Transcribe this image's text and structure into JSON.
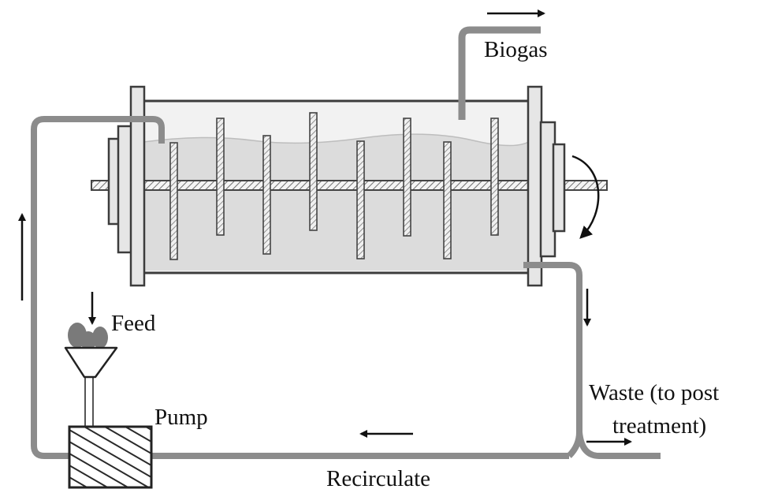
{
  "labels": {
    "biogas": "Biogas",
    "feed": "Feed",
    "pump": "Pump",
    "waste_line1": "Waste (to post",
    "waste_line2": "treatment)",
    "recirculate": "Recirculate"
  },
  "colors": {
    "pipe": "#8c8c8c",
    "outline": "#3c3c3c",
    "liquid": "#dcdcdc",
    "headspace": "#f2f2f2",
    "flange": "#e6e6e6",
    "arrow": "#111111"
  },
  "icons": {
    "pump": "hatched-box-icon",
    "feed": "funnel-icon",
    "rotation": "curved-arrow-icon"
  }
}
